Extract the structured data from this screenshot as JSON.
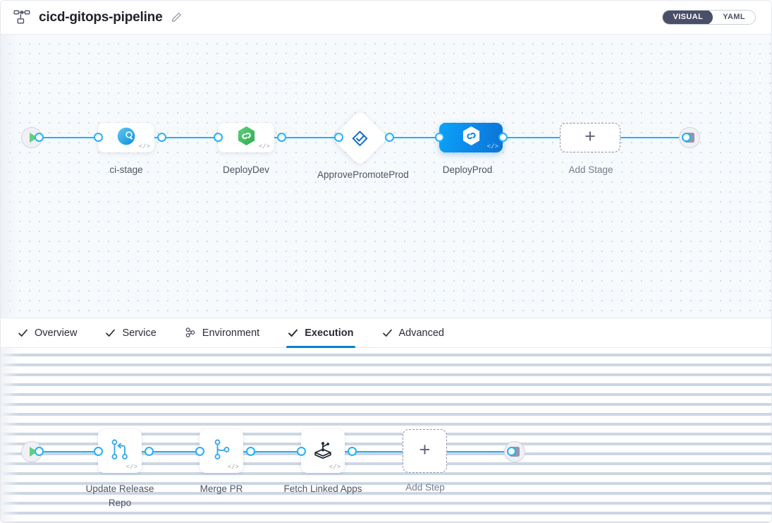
{
  "header": {
    "pipeline_icon": "pipeline-hierarchy-icon",
    "title": "cicd-gitops-pipeline",
    "edit_icon": "pencil-edit-icon",
    "mode_toggle": {
      "options": [
        {
          "label": "VISUAL",
          "active": true
        },
        {
          "label": "YAML",
          "active": false
        }
      ],
      "active_bg": "#4a4e69"
    }
  },
  "stage_graph": {
    "start_node": {
      "name": "pipeline-start",
      "icon": "play-icon"
    },
    "end_node": {
      "name": "pipeline-end",
      "icon": "stop-icon"
    },
    "stages": [
      {
        "label": "ci-stage",
        "icon": "harness-ci-icon",
        "type": "card",
        "selected": false,
        "code_badge": "</>"
      },
      {
        "label": "DeployDev",
        "icon": "harness-cd-hex-icon",
        "type": "card",
        "selected": false,
        "code_badge": "</>"
      },
      {
        "label": "ApprovePromoteProd",
        "icon": "approval-check-icon",
        "type": "diamond",
        "selected": false,
        "code_badge": ""
      },
      {
        "label": "DeployProd",
        "icon": "harness-cd-hex-icon",
        "type": "card",
        "selected": true,
        "code_badge": "</>"
      },
      {
        "label": "Add Stage",
        "icon": "plus-icon",
        "type": "add",
        "selected": false,
        "code_badge": ""
      }
    ],
    "add_stage_glyph": "+",
    "edge_color": "#22b2f8"
  },
  "tabs": [
    {
      "label": "Overview",
      "icon": "check-icon",
      "active": false
    },
    {
      "label": "Service",
      "icon": "check-icon",
      "active": false
    },
    {
      "label": "Environment",
      "icon": "infrastructure-icon",
      "active": false
    },
    {
      "label": "Execution",
      "icon": "check-icon",
      "active": true
    },
    {
      "label": "Advanced",
      "icon": "check-icon",
      "active": false
    }
  ],
  "step_graph": {
    "start_node": {
      "name": "execution-start",
      "icon": "play-icon"
    },
    "end_node": {
      "name": "execution-end",
      "icon": "stop-icon"
    },
    "steps": [
      {
        "label": "Update Release Repo",
        "icon": "git-merge-icon",
        "code_badge": "</>"
      },
      {
        "label": "Merge PR",
        "icon": "git-branch-icon",
        "code_badge": "</>"
      },
      {
        "label": "Fetch Linked Apps",
        "icon": "argocd-icon",
        "code_badge": "</>"
      },
      {
        "label": "Add Step",
        "icon": "plus-icon",
        "code_badge": ""
      }
    ],
    "add_step_glyph": "+",
    "edge_color": "#22b2f8"
  },
  "colors": {
    "accent_blue": "#0b7fd4",
    "edge_blue": "#22b2f8",
    "selected_stage": "#0c87e8",
    "canvas_bg": "#f7fafd",
    "label_text": "#4c5364",
    "toggle_active": "#4a4e69"
  }
}
